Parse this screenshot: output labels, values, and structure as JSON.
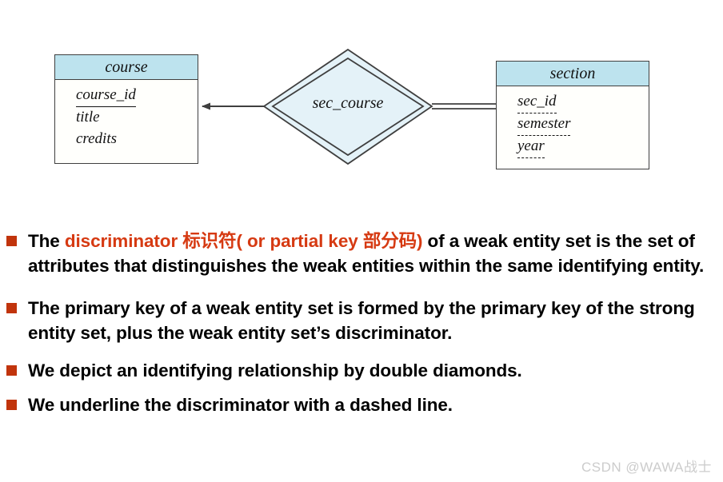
{
  "diagram": {
    "type": "er-diagram",
    "colors": {
      "entity_header_fill": "#bde3ee",
      "entity_body_fill": "#fffffc",
      "relationship_fill": "#e4f2f8",
      "line": "#3f3f3f",
      "bullet": "#c1340c",
      "highlight_text": "#d63a12"
    },
    "entities": [
      {
        "name": "course-entity",
        "title": "course",
        "attributes": [
          {
            "label": "course_id",
            "underline": "solid"
          },
          {
            "label": "title",
            "underline": "none"
          },
          {
            "label": "credits",
            "underline": "none"
          }
        ]
      },
      {
        "name": "section-entity",
        "title": "section",
        "attributes": [
          {
            "label": "sec_id",
            "underline": "dashed"
          },
          {
            "label": "semester",
            "underline": "dashed"
          },
          {
            "label": "year",
            "underline": "dashed"
          }
        ]
      }
    ],
    "relationship": {
      "label": "sec_course",
      "shape": "double-diamond",
      "left_connector": "single-line-with-arrow",
      "right_connector": "double-line"
    }
  },
  "bullets": [
    {
      "id": "bullet-discriminator",
      "segments": [
        {
          "text": "The ",
          "style": "normal"
        },
        {
          "text": "discriminator ",
          "style": "highlight"
        },
        {
          "text": "标识符( or partial key ",
          "style": "highlight"
        },
        {
          "text": "部分码)",
          "style": "highlight"
        },
        {
          "text": " of a weak entity set is the set of attributes that distinguishes the weak entities within the same identifying entity.",
          "style": "normal"
        }
      ]
    },
    {
      "id": "bullet-primary-key",
      "segments": [
        {
          "text": "The primary key of a weak entity set is formed by the primary key of the strong entity set, plus the weak entity set’s discriminator.",
          "style": "normal"
        }
      ]
    },
    {
      "id": "bullet-double-diamonds",
      "segments": [
        {
          "text": "We depict an identifying relationship by double diamonds.",
          "style": "normal"
        }
      ]
    },
    {
      "id": "bullet-dashed-line",
      "segments": [
        {
          "text": "We underline the discriminator with a dashed line.",
          "style": "normal"
        }
      ]
    }
  ],
  "watermark": {
    "text": "CSDN @WAWA战士"
  }
}
